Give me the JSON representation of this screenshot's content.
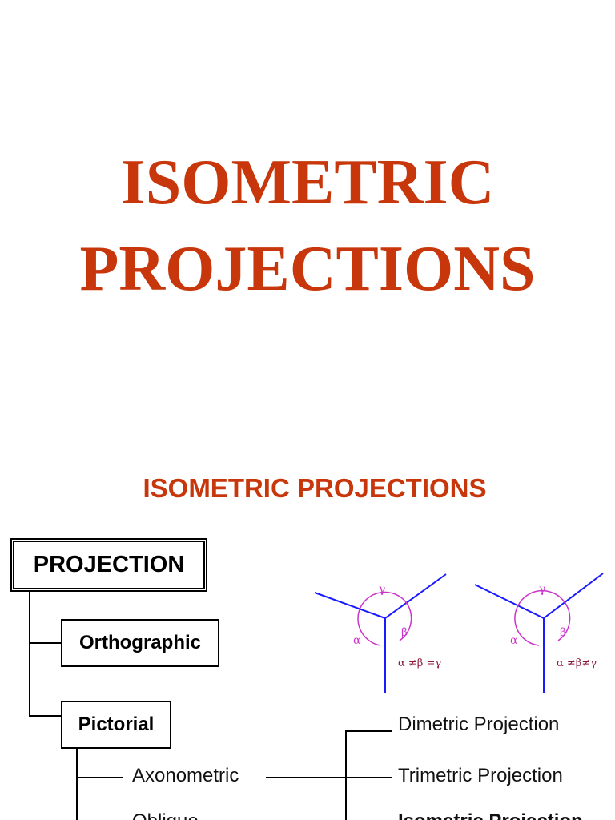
{
  "slide1": {
    "title_line1": "ISOMETRIC",
    "title_line2": "PROJECTIONS"
  },
  "slide2": {
    "title": "ISOMETRIC PROJECTIONS",
    "tree": {
      "root": "PROJECTION",
      "orthographic": "Orthographic",
      "pictorial": "Pictorial",
      "axonometric": "Axonometric",
      "oblique": "Oblique",
      "dimetric": "Dimetric Projection",
      "trimetric": "Trimetric Projection",
      "isometric": "Isometric Projection"
    },
    "axes_left": {
      "gamma": "γ",
      "alpha": "α",
      "beta": "β",
      "relation": "α ≠β =γ"
    },
    "axes_right": {
      "gamma": "γ",
      "alpha": "α",
      "beta": "β",
      "relation": "α ≠β≠γ"
    },
    "colors": {
      "axis": "#1a1aff",
      "arc": "#cc33cc",
      "relation": "#8b1a3a",
      "title": "#c8370b"
    }
  }
}
